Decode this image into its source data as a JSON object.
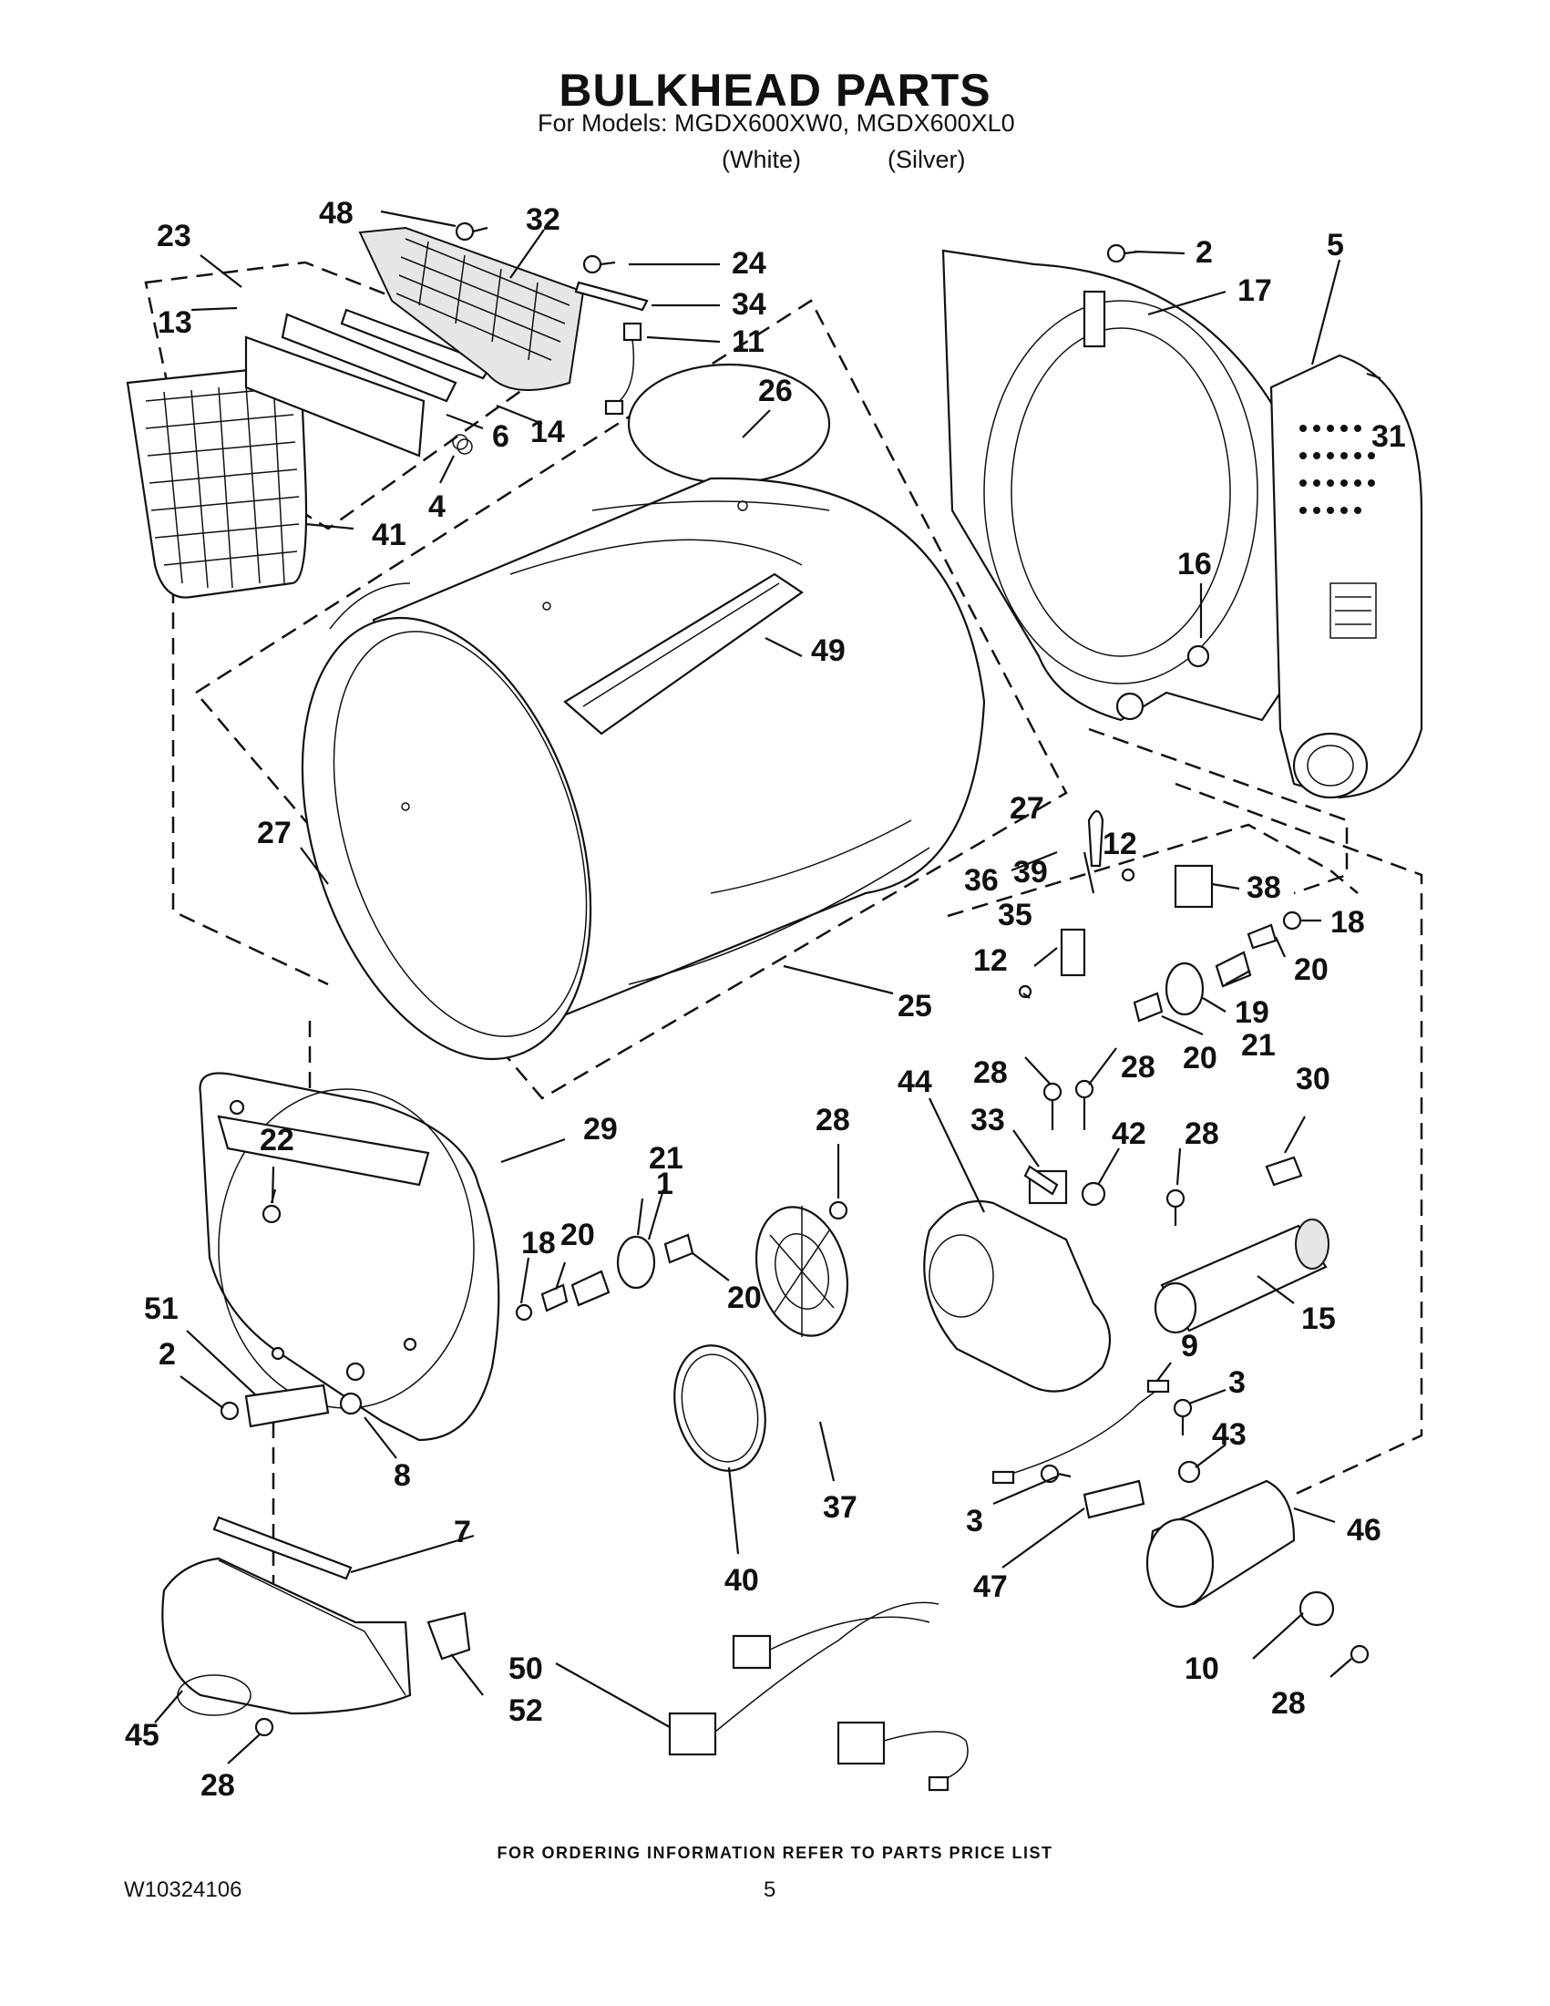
{
  "header": {
    "title": "BULKHEAD PARTS",
    "models_prefix": "For Models: MGDX600XW0, MGDX600XL0",
    "model_color_1": "(White)",
    "model_color_2": "(Silver)"
  },
  "callouts": [
    "48",
    "32",
    "23",
    "24",
    "34",
    "13",
    "11",
    "6",
    "14",
    "4",
    "41",
    "26",
    "2",
    "17",
    "5",
    "31",
    "16",
    "49",
    "27",
    "27",
    "12",
    "36",
    "39",
    "38",
    "18",
    "35",
    "20",
    "12",
    "19",
    "21",
    "25",
    "20",
    "28",
    "28",
    "44",
    "30",
    "33",
    "42",
    "28",
    "22",
    "29",
    "21",
    "1",
    "28",
    "18",
    "20",
    "20",
    "15",
    "51",
    "2",
    "9",
    "3",
    "8",
    "43",
    "37",
    "46",
    "3",
    "7",
    "47",
    "40",
    "10",
    "50",
    "52",
    "28",
    "45",
    "28"
  ],
  "footer": {
    "ordering_note": "FOR ORDERING INFORMATION REFER TO PARTS PRICE LIST",
    "document_number": "W10324106",
    "page_number": "5"
  }
}
